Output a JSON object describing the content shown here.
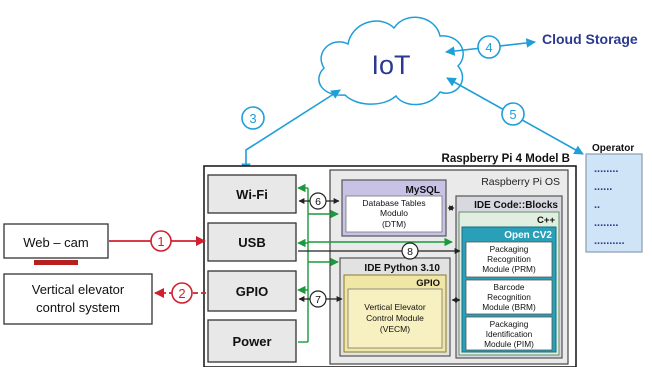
{
  "cloud": {
    "label": "IoT"
  },
  "cloud_storage": {
    "label": "Cloud Storage"
  },
  "operator": {
    "label": "Operator",
    "rows": [
      "........",
      "......",
      "..",
      "........",
      ".........."
    ]
  },
  "webcam": {
    "label": "Web – cam"
  },
  "elevator_system": {
    "line1": "Vertical elevator",
    "line2": "control system"
  },
  "board": {
    "title": "Raspberry Pi 4 Model B"
  },
  "ports": {
    "wifi": "Wi-Fi",
    "usb": "USB",
    "gpio": "GPIO",
    "power": "Power"
  },
  "os": {
    "title": "Raspberry Pi OS"
  },
  "mysql": {
    "title": "MySQL",
    "line1": "Database Tables",
    "line2": "Modulo",
    "line3": "(DTM)"
  },
  "python": {
    "title": "IDE Python 3.10",
    "gpio": "GPIO",
    "line1": "Vertical Elevator",
    "line2": "Control Module",
    "line3": "(VECM)"
  },
  "codeblocks": {
    "title": "IDE Code::Blocks",
    "cpp": "C++",
    "opencv": "Open CV2"
  },
  "prm": {
    "line1": "Packaging",
    "line2": "Recognition",
    "line3": "Module (PRM)"
  },
  "brm": {
    "line1": "Barcode",
    "line2": "Recognition",
    "line3": "Module (BRM)"
  },
  "pim": {
    "line1": "Packaging",
    "line2": "Identification",
    "line3": "Module (PIM)"
  },
  "markers": [
    "1",
    "2",
    "3",
    "4",
    "5",
    "6",
    "7",
    "8"
  ],
  "colors": {
    "blue_link": "#1f9ed8",
    "red_link": "#d02030",
    "green_bus": "#1a9a3a",
    "cloud_storage_text": "#2b3a8f",
    "mysql_fill": "#c8c3e6",
    "python_fill": "#f0e6a6",
    "python_inner": "#f7f0c0",
    "codeblocks_fill": "#d8d8e0",
    "cpp_fill": "#e0efe0",
    "opencv_fill": "#2a9fb8",
    "operator_fill": "#cfe4f6",
    "operator_dots": "#2b3a8f"
  }
}
